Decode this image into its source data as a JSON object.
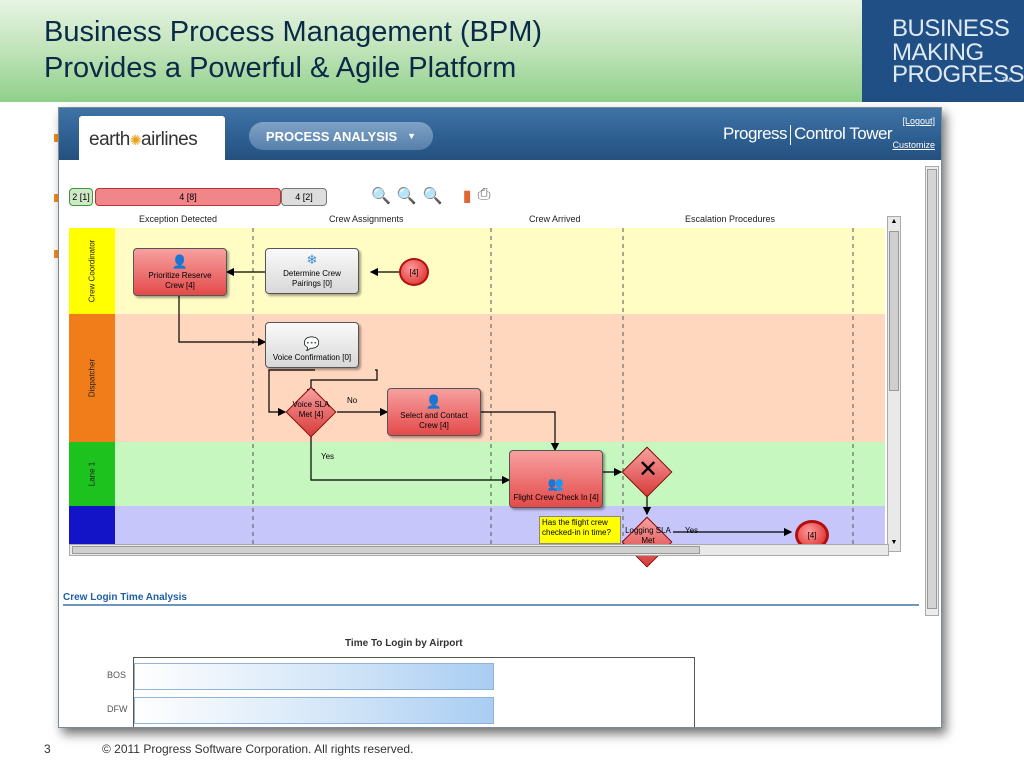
{
  "slide": {
    "title_line1": "Business Process Management (BPM)",
    "title_line2": "Provides a Powerful & Agile Platform",
    "page_number": "3",
    "copyright": "© 2011 Progress Software Corporation. All rights reserved."
  },
  "logo": {
    "line1": "BUSINESS",
    "line2": "MAKING",
    "line3": "PROGRESS",
    "mark": "TM",
    "color": "#1f4f84"
  },
  "app": {
    "brand": "earth",
    "brand_suffix": "airlines",
    "menu_button": "PROCESS ANALYSIS",
    "product_left": "Progress",
    "product_right": "Control Tower",
    "logout": "[Logout]",
    "customize": "Customize"
  },
  "progress": {
    "segments": [
      {
        "label": "2 [1]",
        "color": "#cfe9c8"
      },
      {
        "label": "4 [8]",
        "color": "#f0858a"
      },
      {
        "label": "4 [2]",
        "color": "#dddddd"
      }
    ]
  },
  "toolbar": {
    "icons": [
      "zoom-out-icon",
      "zoom-fit-icon",
      "zoom-in-icon",
      "bar-chart-icon",
      "print-icon"
    ]
  },
  "process": {
    "phases": [
      "Exception Detected",
      "Crew Assignments",
      "Crew Arrived",
      "Escalation Procedures"
    ],
    "lanes": [
      {
        "label": "Crew Coordinator",
        "color": "#fffcc4",
        "label_color": "#ffff00"
      },
      {
        "label": "Dispatcher",
        "color": "#ffd7bf",
        "label_color": "#f07d1a"
      },
      {
        "label": "Lane 1",
        "color": "#c5f7be",
        "label_color": "#1ec21e"
      },
      {
        "label": "",
        "color": "#c7c6fb",
        "label_color": "#1313c8"
      }
    ],
    "nodes": {
      "prioritize": "Prioritize Reserve Crew [4]",
      "determine": "Determine Crew Pairings [0]",
      "voice": "Voice Confirmation [0]",
      "select": "Select and Contact Crew [4]",
      "checkin": "Flight Crew Check In [4]",
      "start_count": "[4]",
      "end_count": "[4]",
      "gateway_sla": "Voice SLA Met [4]",
      "gateway_logging": "Logging SLA Met"
    },
    "labels": {
      "no": "No",
      "yes1": "Yes",
      "yes2": "Yes",
      "note": "Has the flight crew checked-in in time?"
    }
  },
  "analysis": {
    "section_title": "Crew Login Time Analysis"
  },
  "chart_data": {
    "type": "bar",
    "orientation": "horizontal",
    "title": "Time To Login by Airport",
    "categories": [
      "BOS",
      "DFW"
    ],
    "values": [
      64,
      64
    ],
    "xlim": [
      0,
      100
    ],
    "grid": false,
    "legend": false
  }
}
